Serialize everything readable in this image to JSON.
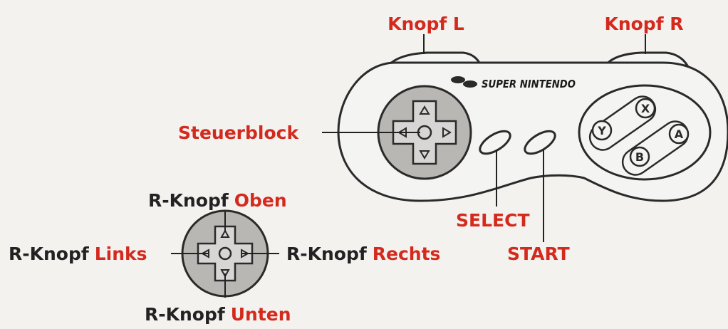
{
  "labels": {
    "button_l": "Knopf L",
    "button_r": "Knopf R",
    "dpad": "Steuerblock",
    "select": "SELECT",
    "start": "START",
    "r_prefix": "R-Knopf",
    "up": "Oben",
    "left": "Links",
    "right": "Rechts",
    "down": "Unten"
  },
  "face_buttons": {
    "x": "X",
    "y": "Y",
    "a": "A",
    "b": "B"
  },
  "logo_text": "SUPER NINTENDO",
  "colors": {
    "label_red": "#d42a1e",
    "label_black": "#222222",
    "controller_body": "#f4f4f2",
    "dpad_disc": "#b9b7b4",
    "dpad_cross": "#d7d6d4",
    "outline": "#2a2a2a"
  }
}
